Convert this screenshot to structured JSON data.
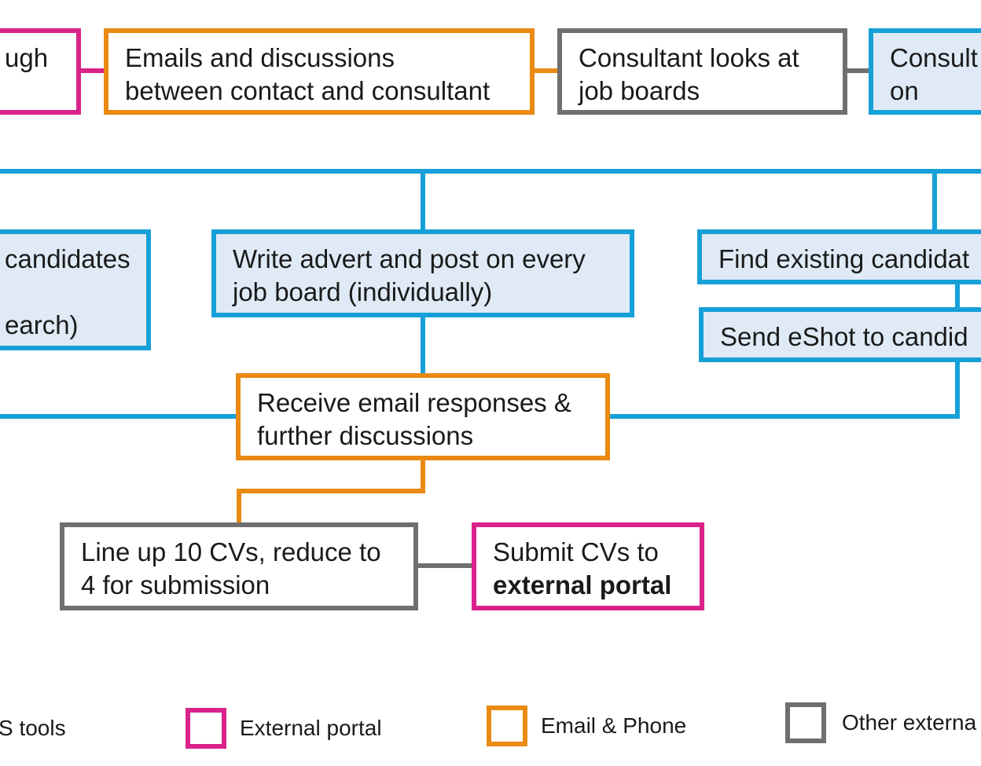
{
  "colors": {
    "internal_tools": "#16a0d8",
    "internal_fill": "#dfeaf6",
    "external_portal": "#d9238b",
    "email_phone": "#ea8a12",
    "other_external": "#6f6f6f"
  },
  "nodes": {
    "top_left_partial": {
      "line1": "ugh"
    },
    "emails_discussions": {
      "line1": "Emails and discussions",
      "line2": "between contact and consultant"
    },
    "consultant_job_boards": {
      "line1": "Consultant looks at",
      "line2": "job boards"
    },
    "consultant_right_partial": {
      "line1": "Consult",
      "line2": "on"
    },
    "candidates_partial": {
      "line1": "candidates",
      "line3": "earch)"
    },
    "write_advert": {
      "line1": "Write advert and post on every",
      "line2": "job board (individually)"
    },
    "find_existing": {
      "line1": "Find existing candidat"
    },
    "send_eshot": {
      "line1": "Send eShot to candid"
    },
    "receive_responses": {
      "line1": "Receive email responses &",
      "line2": "further discussions"
    },
    "line_up_cvs": {
      "line1": "Line up 10 CVs, reduce to",
      "line2": "4 for submission"
    },
    "submit_cvs": {
      "line1": "Submit CVs to",
      "line2_bold": "external portal"
    }
  },
  "legend": {
    "internal_tools_label": "S tools",
    "external_portal_label": "External portal",
    "email_phone_label": "Email & Phone",
    "other_external_label": "Other externa"
  }
}
